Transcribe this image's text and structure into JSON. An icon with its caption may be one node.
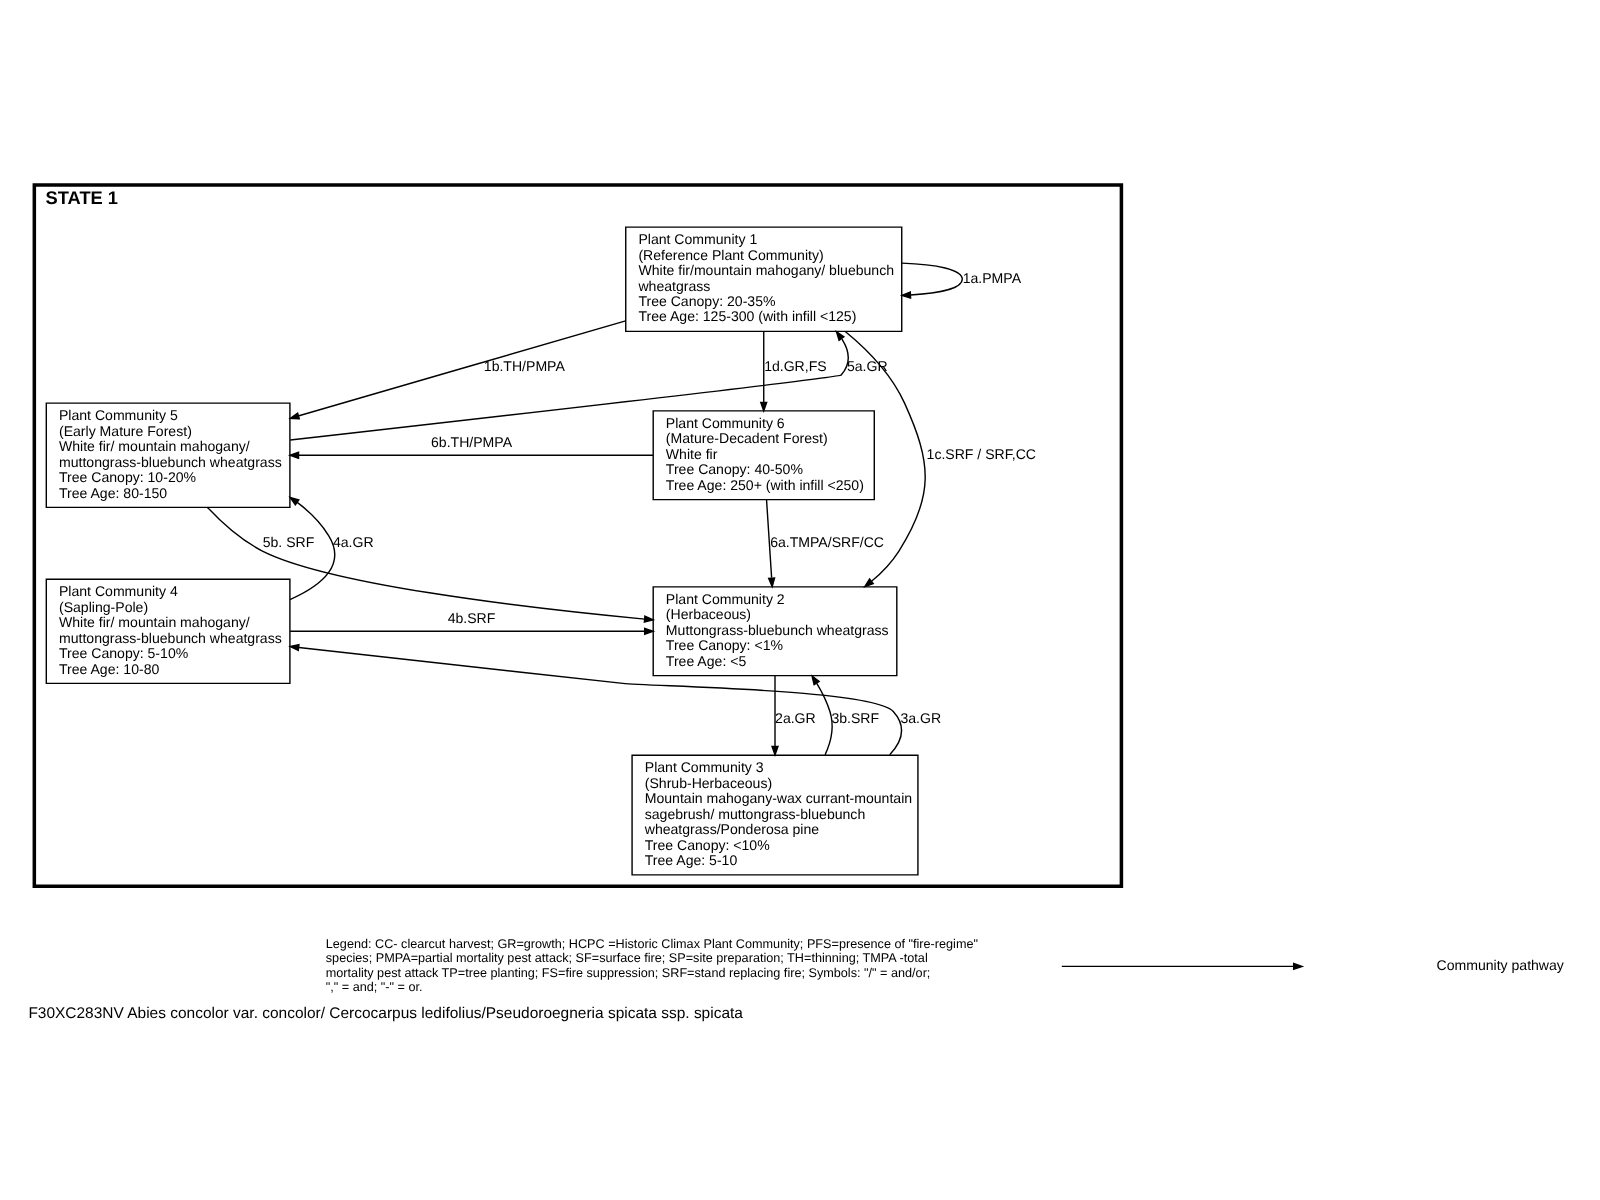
{
  "diagram": {
    "caption": "F30XC283NV Abies concolor var. concolor/ Cercocarpus ledifolius/Pseudoroegneria spicata ssp. spicata",
    "nodes": [
      {
        "text": [
          "STATE 1"
        ]
      },
      {
        "text": [
          "Plant Community 1",
          "(Reference Plant Community)",
          "White fir/mountain mahogany/ bluebunch wheatgrass",
          "Tree Canopy: 20-35%",
          "Tree Age: 125-300 (with infill <125)"
        ],
        "in": 0
      },
      {
        "text": [
          "Plant Community 5",
          "(Early Mature Forest)",
          "White fir/ mountain mahogany/ muttongrass-bluebunch wheatgrass",
          "Tree Canopy: 10-20%",
          "Tree Age: 80-150"
        ],
        "in": 0
      },
      {
        "text": [
          "Plant Community 6",
          "(Mature-Decadent Forest)",
          "White fir",
          "Tree Canopy: 40-50%",
          "Tree Age: 250+ (with infill <250)"
        ],
        "in": 0
      },
      {
        "text": [
          "Plant Community 4",
          "(Sapling-Pole)",
          "White fir/ mountain mahogany/ muttongrass-bluebunch wheatgrass",
          "Tree Canopy: 5-10%",
          "Tree Age: 10-80"
        ],
        "in": 0
      },
      {
        "text": [
          "Plant Community 2",
          "(Herbaceous)",
          "Muttongrass-bluebunch wheatgrass",
          "Tree Canopy: <1%",
          "Tree Age: <5"
        ],
        "in": 0
      },
      {
        "text": [
          "Plant Community 3",
          "(Shrub-Herbaceous)",
          "Mountain mahogany-wax currant-mountain sagebrush/ muttongrass-bluebunch wheatgrass/Ponderosa pine",
          "Tree Canopy: <10%",
          "Tree Age: 5-10"
        ],
        "in": 0
      }
    ],
    "edges": [
      {
        "from": 1,
        "to": 1,
        "arrow": "to",
        "label": "1a.PMPA"
      },
      {
        "from": 2,
        "to": 1,
        "arrow": "to",
        "label": "5a.GR"
      },
      {
        "from": 1,
        "to": 2,
        "arrow": "to",
        "label": "1b.TH/PMPA"
      },
      {
        "from": 1,
        "to": 5,
        "arrow": "to",
        "label": "1c.SRF / SRF,CC"
      },
      {
        "from": 1,
        "to": 3,
        "arrow": "to",
        "label": "1d.GR,FS"
      },
      {
        "from": 3,
        "to": 2,
        "arrow": "to",
        "label": "6b.TH/PMPA"
      },
      {
        "from": 3,
        "to": 5,
        "arrow": "to",
        "label": "6a.TMPA/SRF/CC"
      },
      {
        "from": 2,
        "to": 5,
        "arrow": "to",
        "label": "5b. SRF"
      },
      {
        "from": 4,
        "to": 2,
        "arrow": "to",
        "label": "4a.GR"
      },
      {
        "from": 4,
        "to": 5,
        "arrow": "to",
        "label": "4b.SRF"
      },
      {
        "from": 6,
        "to": 4,
        "arrow": "to",
        "label": "3a.GR"
      },
      {
        "from": 6,
        "to": 5,
        "arrow": "to",
        "label": "3b.SRF"
      },
      {
        "from": 5,
        "to": 6,
        "arrow": "to",
        "label": "2a.GR"
      }
    ],
    "labels": [
      "Legend: CC- clearcut harvest; GR=growth; HCPC =Historic Climax Plant Community; PFS=presence of \"fire-regime\" species; PMPA=partial mortality pest attack; SF=surface fire; SP=site preparation; TH=thinning; TMPA -total mortality pest attack TP=tree planting; FS=fire suppression; SRF=stand replacing fire; Symbols: \"/\" = and/or; \",\" = and; \"-\" = or."
    ],
    "legend": [
      {
        "text": "Community pathway"
      }
    ]
  }
}
